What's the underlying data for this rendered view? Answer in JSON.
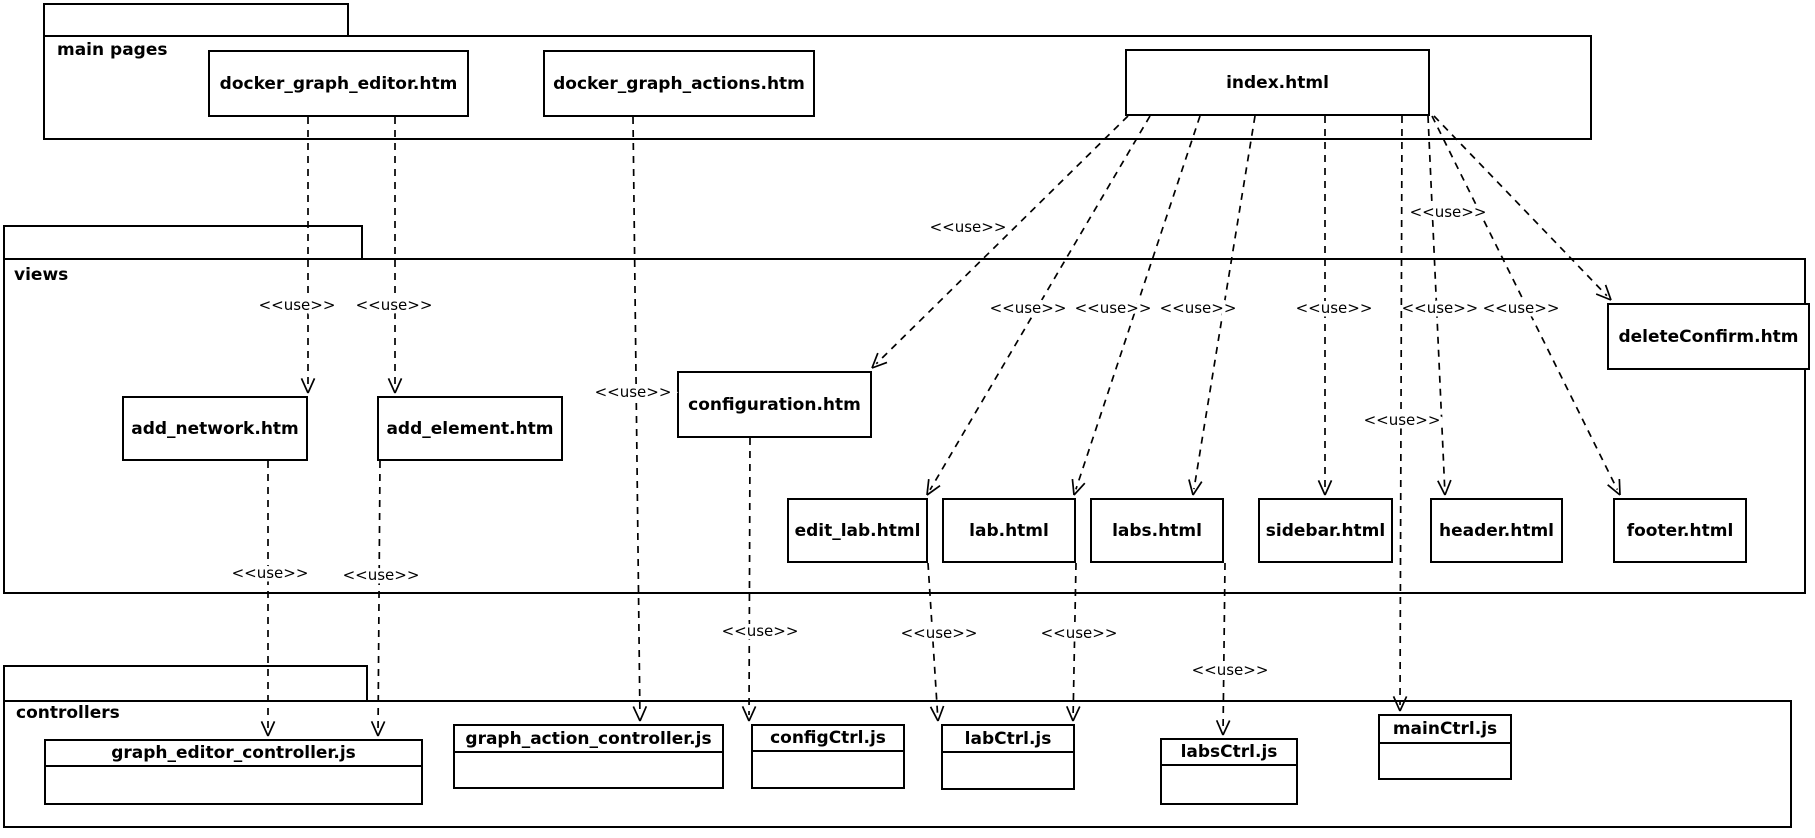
{
  "diagram": {
    "title": "UML package diagram of web application pages, views and controllers",
    "colors": {
      "stroke": "#000000",
      "background": "#ffffff"
    },
    "edge_label": "<<use>>",
    "packages": {
      "main_pages": {
        "label": "main pages"
      },
      "views": {
        "label": "views"
      },
      "controllers": {
        "label": "controllers"
      }
    },
    "nodes": {
      "docker_graph_editor": {
        "label": "docker_graph_editor.htm",
        "package": "main pages"
      },
      "docker_graph_actions": {
        "label": "docker_graph_actions.htm",
        "package": "main pages"
      },
      "index_html": {
        "label": "index.html",
        "package": "main pages"
      },
      "add_network": {
        "label": "add_network.htm",
        "package": "views"
      },
      "add_element": {
        "label": "add_element.htm",
        "package": "views"
      },
      "configuration": {
        "label": "configuration.htm",
        "package": "views"
      },
      "delete_confirm": {
        "label": "deleteConfirm.htm",
        "package": "views"
      },
      "edit_lab": {
        "label": "edit_lab.html",
        "package": "views"
      },
      "lab": {
        "label": "lab.html",
        "package": "views"
      },
      "labs": {
        "label": "labs.html",
        "package": "views"
      },
      "sidebar": {
        "label": "sidebar.html",
        "package": "views"
      },
      "header": {
        "label": "header.html",
        "package": "views"
      },
      "footer": {
        "label": "footer.html",
        "package": "views"
      },
      "graph_editor_controller": {
        "label": "graph_editor_controller.js",
        "package": "controllers"
      },
      "graph_action_controller": {
        "label": "graph_action_controller.js",
        "package": "controllers"
      },
      "config_ctrl": {
        "label": "configCtrl.js",
        "package": "controllers"
      },
      "lab_ctrl": {
        "label": "labCtrl.js",
        "package": "controllers"
      },
      "labs_ctrl": {
        "label": "labsCtrl.js",
        "package": "controllers"
      },
      "main_ctrl": {
        "label": "mainCtrl.js",
        "package": "controllers"
      }
    },
    "edges": [
      {
        "from": "docker_graph_editor",
        "to": "add_network",
        "label": "<<use>>"
      },
      {
        "from": "docker_graph_editor",
        "to": "add_element",
        "label": "<<use>>"
      },
      {
        "from": "docker_graph_actions",
        "to": "graph_action_controller",
        "label": "<<use>>"
      },
      {
        "from": "index_html",
        "to": "configuration",
        "label": "<<use>>"
      },
      {
        "from": "index_html",
        "to": "edit_lab",
        "label": "<<use>>"
      },
      {
        "from": "index_html",
        "to": "lab",
        "label": "<<use>>"
      },
      {
        "from": "index_html",
        "to": "labs",
        "label": "<<use>>"
      },
      {
        "from": "index_html",
        "to": "sidebar",
        "label": "<<use>>"
      },
      {
        "from": "index_html",
        "to": "header",
        "label": "<<use>>"
      },
      {
        "from": "index_html",
        "to": "footer",
        "label": "<<use>>"
      },
      {
        "from": "index_html",
        "to": "delete_confirm",
        "label": "<<use>>"
      },
      {
        "from": "index_html",
        "to": "main_ctrl",
        "label": "<<use>>"
      },
      {
        "from": "add_network",
        "to": "graph_editor_controller",
        "label": "<<use>>"
      },
      {
        "from": "add_element",
        "to": "graph_editor_controller",
        "label": "<<use>>"
      },
      {
        "from": "configuration",
        "to": "config_ctrl",
        "label": "<<use>>"
      },
      {
        "from": "edit_lab",
        "to": "lab_ctrl",
        "label": "<<use>>"
      },
      {
        "from": "lab",
        "to": "lab_ctrl",
        "label": "<<use>>"
      },
      {
        "from": "labs",
        "to": "labs_ctrl",
        "label": "<<use>>"
      }
    ]
  }
}
